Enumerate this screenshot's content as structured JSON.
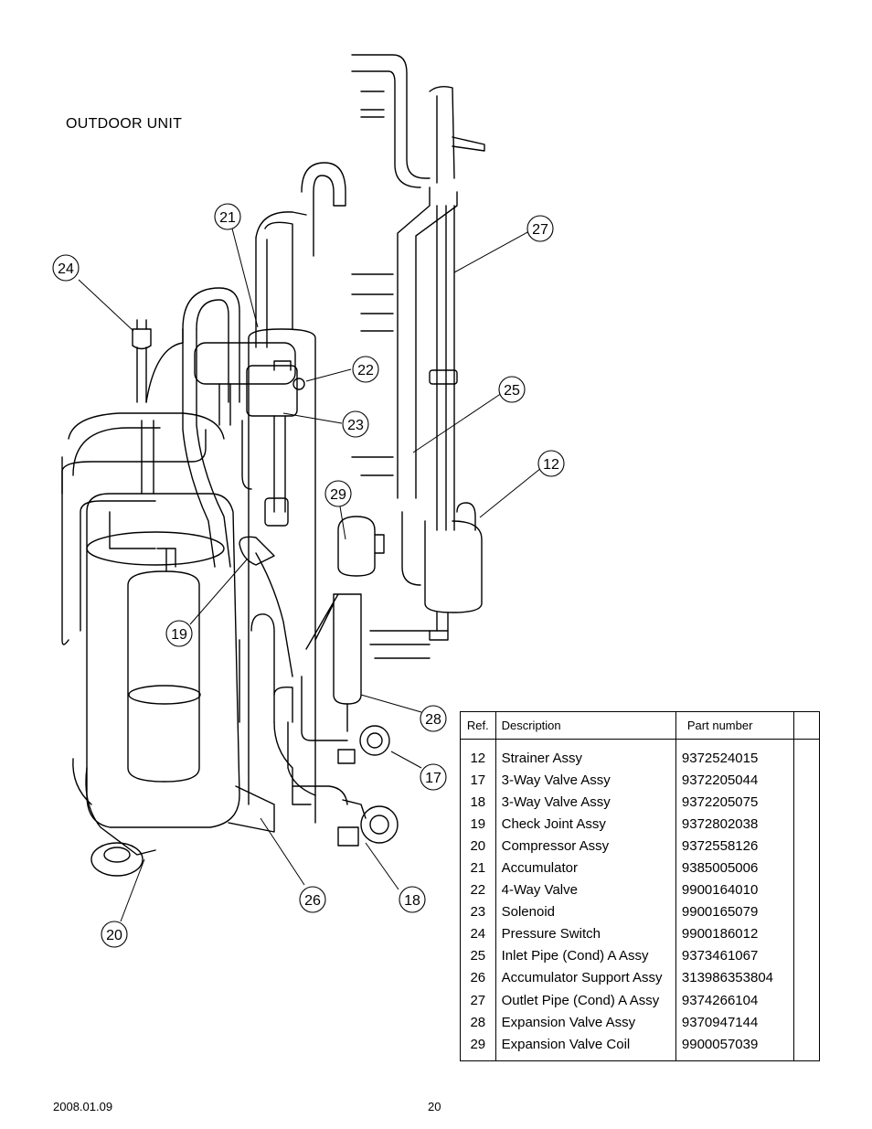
{
  "section_title": "OUTDOOR UNIT",
  "callouts": [
    "21",
    "24",
    "22",
    "23",
    "27",
    "25",
    "12",
    "29",
    "19",
    "28",
    "17",
    "18",
    "26",
    "20"
  ],
  "table": {
    "headers": {
      "ref": "Ref.",
      "description": "Description",
      "part_number": "Part number"
    },
    "rows": [
      {
        "ref": "12",
        "description": "Strainer Assy",
        "part_number": "9372524015"
      },
      {
        "ref": "17",
        "description": "3-Way Valve Assy",
        "part_number": "9372205044"
      },
      {
        "ref": "18",
        "description": "3-Way Valve Assy",
        "part_number": "9372205075"
      },
      {
        "ref": "19",
        "description": "Check Joint Assy",
        "part_number": "9372802038"
      },
      {
        "ref": "20",
        "description": "Compressor Assy",
        "part_number": "9372558126"
      },
      {
        "ref": "21",
        "description": "Accumulator",
        "part_number": "9385005006"
      },
      {
        "ref": "22",
        "description": "4-Way Valve",
        "part_number": "9900164010"
      },
      {
        "ref": "23",
        "description": "Solenoid",
        "part_number": "9900165079"
      },
      {
        "ref": "24",
        "description": "Pressure Switch",
        "part_number": "9900186012"
      },
      {
        "ref": "25",
        "description": "Inlet Pipe (Cond) A Assy",
        "part_number": "9373461067"
      },
      {
        "ref": "26",
        "description": "Accumulator Support Assy",
        "part_number": "313986353804"
      },
      {
        "ref": "27",
        "description": "Outlet Pipe (Cond) A Assy",
        "part_number": "9374266104"
      },
      {
        "ref": "28",
        "description": "Expansion Valve Assy",
        "part_number": "9370947144"
      },
      {
        "ref": "29",
        "description": "Expansion Valve Coil",
        "part_number": "9900057039"
      }
    ]
  },
  "footer": {
    "date": "2008.01.09",
    "page": "20"
  }
}
